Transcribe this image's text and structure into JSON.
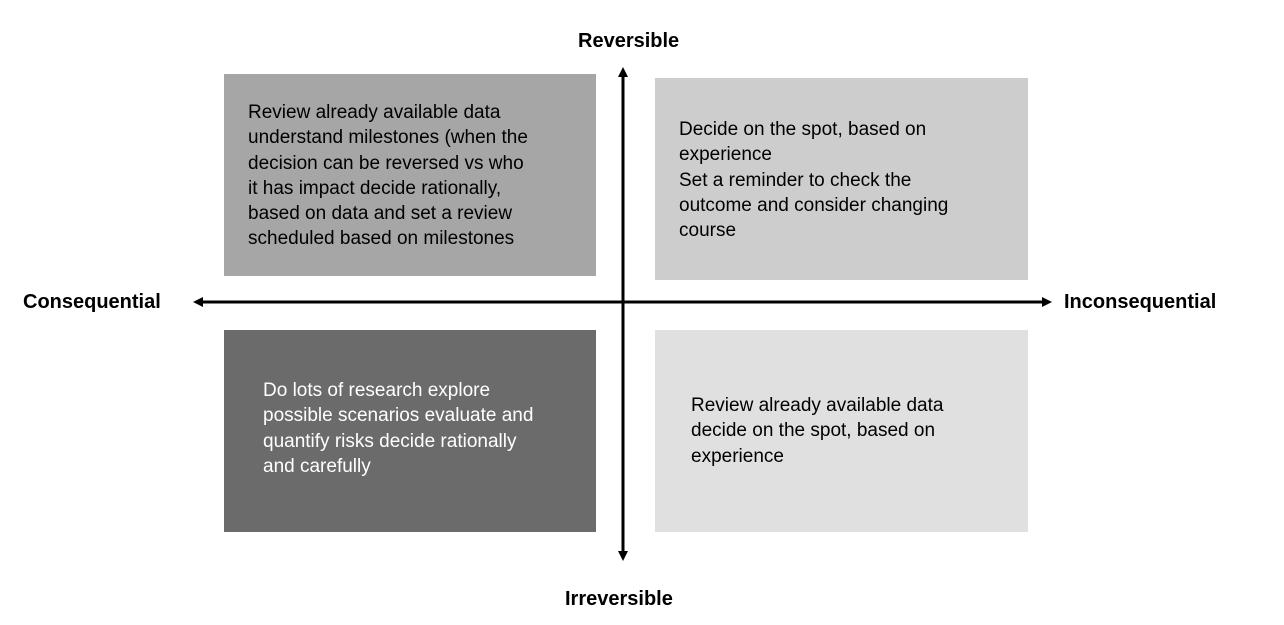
{
  "axes": {
    "top": "Reversible",
    "bottom": "Irreversible",
    "left": "Consequential",
    "right": "Inconsequential"
  },
  "quadrants": {
    "top_left": {
      "lines": [
        "Review already available data",
        "understand milestones (when the",
        "decision can be reversed vs who",
        "it has impact decide rationally,",
        "based on data and set a review",
        "scheduled based on milestones"
      ],
      "color": "#a6a6a6"
    },
    "top_right": {
      "lines": [
        "Decide on the spot, based on",
        "experience",
        "Set a reminder to check the",
        "outcome and consider changing",
        "course"
      ],
      "color": "#cdcdcd"
    },
    "bottom_left": {
      "lines": [
        "Do lots of research explore",
        "possible scenarios evaluate and",
        "quantify risks decide rationally",
        "and carefully"
      ],
      "color": "#6b6b6b"
    },
    "bottom_right": {
      "lines": [
        "Review already available data",
        "decide on the spot, based on",
        "experience"
      ],
      "color": "#e0e0e0"
    }
  }
}
